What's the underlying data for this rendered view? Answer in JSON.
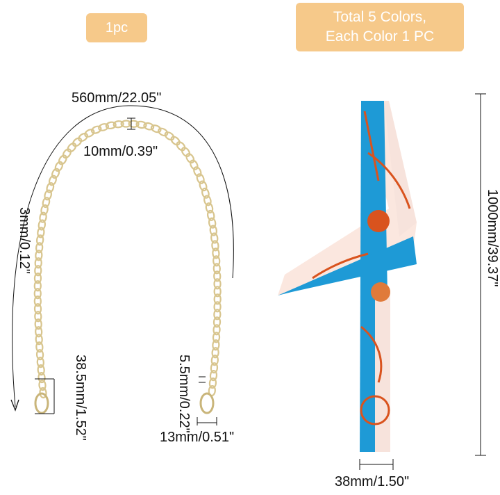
{
  "badges": {
    "left": "1pc",
    "right_line1": "Total 5 Colors,",
    "right_line2": "Each Color 1 PC"
  },
  "chain": {
    "length": "560mm/22.05\"",
    "link_length": "10mm/0.39\"",
    "link_thickness": "3mm/0.12\"",
    "clasp_length": "38.5mm/1.52\"",
    "clasp_thickness": "5.5mm/0.22\"",
    "clasp_width": "13mm/0.51\""
  },
  "scarf": {
    "length": "1000mm/39.37\"",
    "width": "38mm/1.50\""
  },
  "colors": {
    "badge": "#f6c98a",
    "gold": "#d8c58e",
    "blue": "#1e9ad6",
    "orange": "#d9531e"
  }
}
